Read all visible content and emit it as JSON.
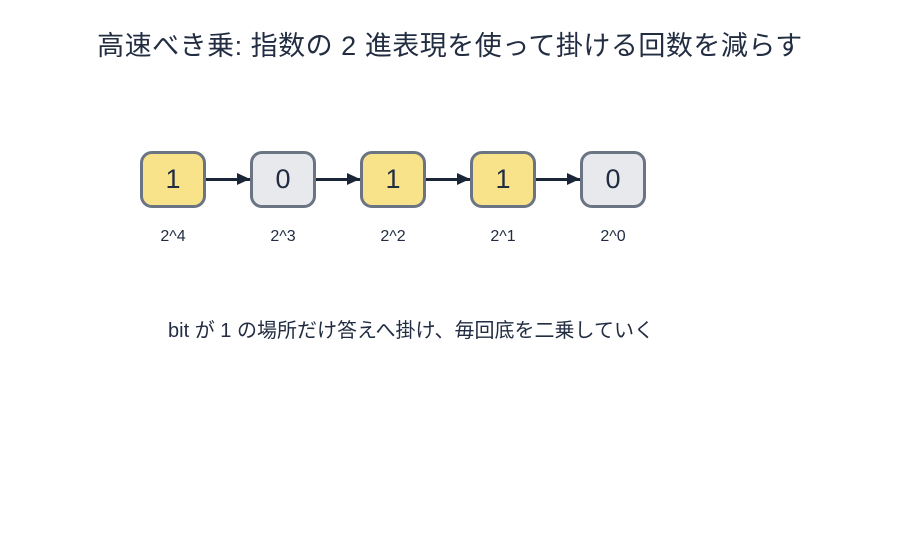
{
  "title": "高速べき乗: 指数の 2 進表現を使って掛ける回数を減らす",
  "caption": "bit が 1 の場所だけ答えへ掛け、毎回底を二乗していく",
  "bits": {
    "cells": [
      {
        "bit": "1",
        "state": "1",
        "power_label": "2^4"
      },
      {
        "bit": "0",
        "state": "0",
        "power_label": "2^3"
      },
      {
        "bit": "1",
        "state": "1",
        "power_label": "2^2"
      },
      {
        "bit": "1",
        "state": "1",
        "power_label": "2^1"
      },
      {
        "bit": "0",
        "state": "0",
        "power_label": "2^0"
      }
    ]
  },
  "colors": {
    "ink": "#222d42",
    "bit_on_fill": "#f9e38a",
    "bit_off_fill": "#e7e9ed",
    "box_border": "#6a7483",
    "arrow": "#1b2538",
    "background": "#ffffff"
  }
}
